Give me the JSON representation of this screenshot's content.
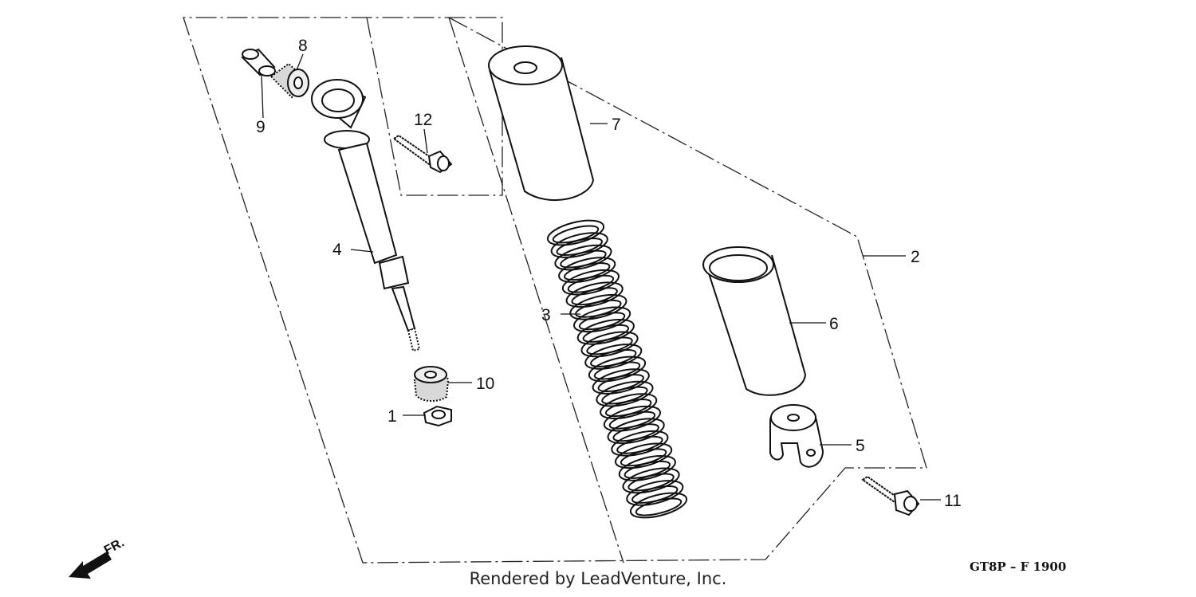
{
  "diagram": {
    "callouts": [
      {
        "id": "1",
        "label": "1"
      },
      {
        "id": "2",
        "label": "2"
      },
      {
        "id": "3",
        "label": "3"
      },
      {
        "id": "4",
        "label": "4"
      },
      {
        "id": "5",
        "label": "5"
      },
      {
        "id": "6",
        "label": "6"
      },
      {
        "id": "7",
        "label": "7"
      },
      {
        "id": "8",
        "label": "8"
      },
      {
        "id": "9",
        "label": "9"
      },
      {
        "id": "10",
        "label": "10"
      },
      {
        "id": "11",
        "label": "11"
      },
      {
        "id": "12",
        "label": "12"
      }
    ],
    "front_indicator": "FR.",
    "diagram_code": "GT8P – F 1900",
    "credit": "Rendered by LeadVenture, Inc."
  }
}
